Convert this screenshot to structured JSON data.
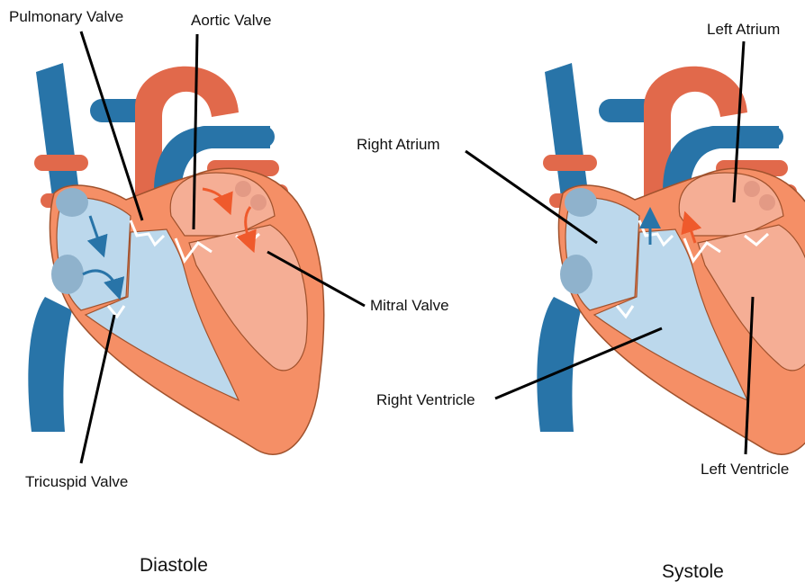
{
  "diagrams": {
    "diastole": {
      "caption": "Diastole",
      "labels": {
        "pulmonary_valve": "Pulmonary Valve",
        "aortic_valve": "Aortic Valve",
        "mitral_valve": "Mitral Valve",
        "tricuspid_valve": "Tricuspid Valve"
      }
    },
    "systole": {
      "caption": "Systole",
      "labels": {
        "left_atrium": "Left Atrium",
        "right_atrium": "Right Atrium",
        "right_ventricle": "Right Ventricle",
        "left_ventricle": "Left Ventricle"
      }
    }
  },
  "colors": {
    "vein_blue": "#2874a8",
    "artery_red": "#e1694b",
    "right_side_fill": "#bcd8ec",
    "left_side_fill": "#f5ae95",
    "muscle_wall": "#f58f66",
    "outline": "#a0522d",
    "arrow_blue": "#2874a8",
    "arrow_red": "#ef5a2c"
  }
}
